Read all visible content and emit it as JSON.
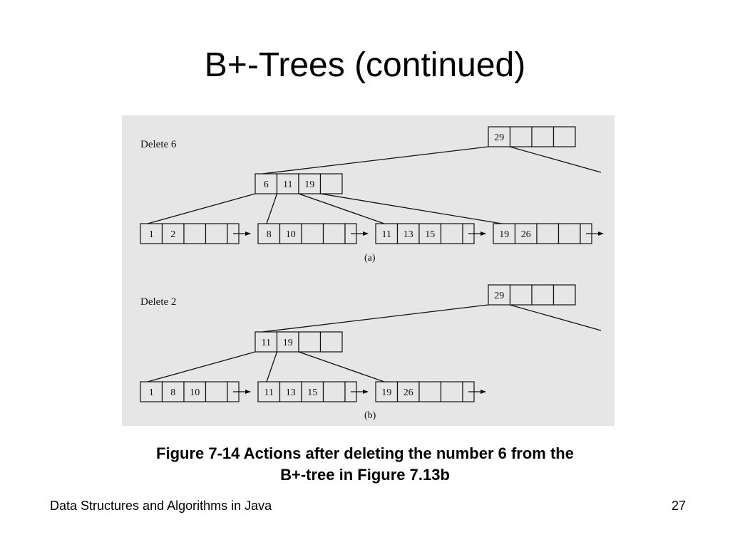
{
  "title": "B+-Trees (continued)",
  "diagram": {
    "background": "#e6e6e6",
    "panel_a": {
      "label": "Delete 6",
      "sublabel": "(a)",
      "root_keys": [
        "29",
        "",
        "",
        ""
      ],
      "inner_keys": [
        "6",
        "11",
        "19",
        ""
      ],
      "leaves": [
        [
          "1",
          "2",
          "",
          ""
        ],
        [
          "8",
          "10",
          "",
          ""
        ],
        [
          "11",
          "13",
          "15",
          ""
        ],
        [
          "19",
          "26",
          "",
          ""
        ]
      ]
    },
    "panel_b": {
      "label": "Delete 2",
      "sublabel": "(b)",
      "root_keys": [
        "29",
        "",
        "",
        ""
      ],
      "inner_keys": [
        "11",
        "19",
        "",
        ""
      ],
      "leaves": [
        [
          "1",
          "8",
          "10",
          ""
        ],
        [
          "11",
          "13",
          "15",
          ""
        ],
        [
          "19",
          "26",
          "",
          ""
        ]
      ]
    }
  },
  "caption": {
    "line1": "Figure 7-14 Actions after deleting the number 6 from the",
    "line2": "B+-tree in Figure 7.13b"
  },
  "footer": {
    "left": "Data Structures and Algorithms in Java",
    "page": "27"
  }
}
